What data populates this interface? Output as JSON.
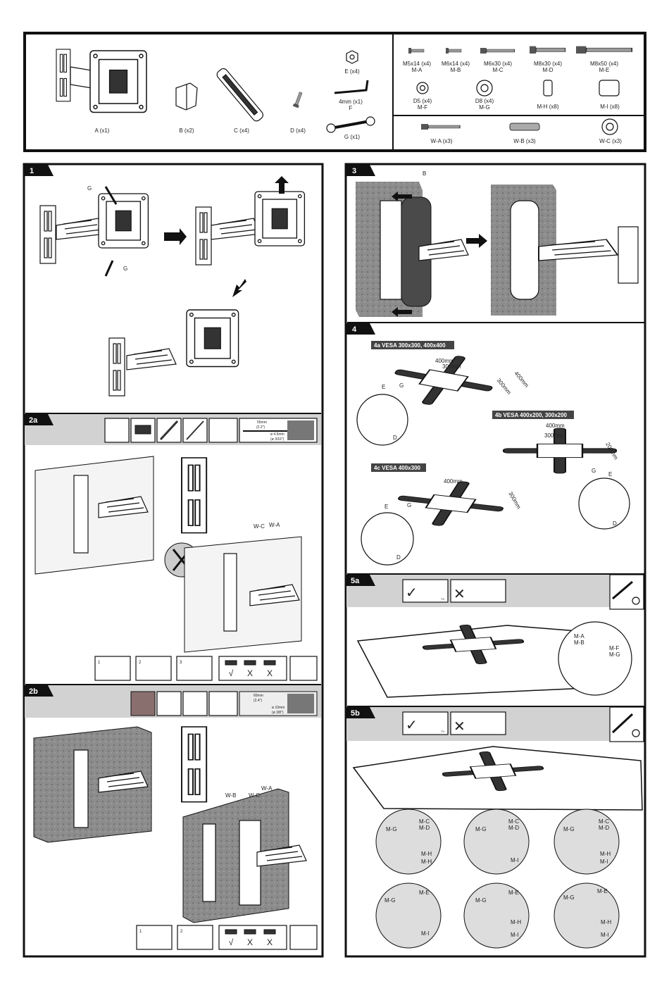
{
  "parts": {
    "mount": [
      "A (x1)",
      "B (x2)",
      "C (x4)",
      "D (x4)",
      "E (x4)",
      "4mm (x1)",
      "F",
      "G (x1)"
    ],
    "screws": [
      {
        "size": "M5x14 (x4)",
        "code": "M-A"
      },
      {
        "size": "M6x14 (x4)",
        "code": "M-B"
      },
      {
        "size": "M6x30 (x4)",
        "code": "M-C"
      },
      {
        "size": "M8x30 (x4)",
        "code": "M-D"
      },
      {
        "size": "M8x50 (x4)",
        "code": "M-E"
      }
    ],
    "washers": [
      {
        "size": "D5 (x4)",
        "code": "M-F"
      },
      {
        "size": "D8 (x4)",
        "code": "M-G"
      },
      {
        "size": "",
        "code": "M-H (x8)"
      },
      {
        "size": "",
        "code": "M-I (x8)"
      }
    ],
    "wall": [
      "W-A (x3)",
      "W-B (x3)",
      "W-C (x3)"
    ]
  },
  "steps": {
    "s1": {
      "num": "1",
      "labels": [
        "G",
        "G"
      ]
    },
    "s2a": {
      "num": "2a",
      "depth": "55mm",
      "depth_in": "(2.2\")",
      "bit": "ø 4.5mm",
      "bit_in": "(ø 3/16\")",
      "labels": [
        "W-C",
        "W-A"
      ],
      "checks": [
        "√",
        "X",
        "X"
      ],
      "substeps": [
        "1",
        "2",
        "3"
      ]
    },
    "s2b": {
      "num": "2b",
      "depth": "60mm",
      "depth_in": "(2.4\")",
      "bit": "ø 10mm",
      "bit_in": "(ø 3/8\")",
      "labels": [
        "W-B",
        "W-C",
        "W-A"
      ],
      "checks": [
        "√",
        "X",
        "X"
      ],
      "substeps": [
        "1",
        "2"
      ]
    },
    "s3": {
      "num": "3",
      "labels": [
        "B"
      ]
    },
    "s4": {
      "num": "4",
      "a": {
        "title": "4a VESA 300x300, 400x400",
        "dims": [
          "400mm",
          "300mm",
          "300mm",
          "400mm"
        ],
        "labels": [
          "E",
          "G",
          "D"
        ]
      },
      "b": {
        "title": "4b VESA 400x200, 300x200",
        "dims": [
          "400mm",
          "300mm",
          "200mm"
        ],
        "labels": [
          "G",
          "E",
          "D"
        ]
      },
      "c": {
        "title": "4c VESA 400x300",
        "dims": [
          "400mm",
          "300mm"
        ],
        "labels": [
          "E",
          "G",
          "D"
        ]
      }
    },
    "s5a": {
      "num": "5a",
      "labels": [
        "M-A",
        "M-B",
        "M-F",
        "M-G"
      ],
      "tv": "TV"
    },
    "s5b": {
      "num": "5b",
      "tv": "TV",
      "circles": [
        [
          "M-C",
          "M-D",
          "M-G",
          "M-H",
          "M-H"
        ],
        [
          "M-C",
          "M-D",
          "M-G",
          "M-I"
        ],
        [
          "M-C",
          "M-D",
          "M-G",
          "M-H",
          "M-I"
        ],
        [
          "M-E",
          "M-G",
          "M-I"
        ],
        [
          "M-E",
          "M-G",
          "M-H",
          "M-I"
        ],
        [
          "M-E",
          "M-G",
          "M-H",
          "M-I"
        ]
      ]
    }
  }
}
